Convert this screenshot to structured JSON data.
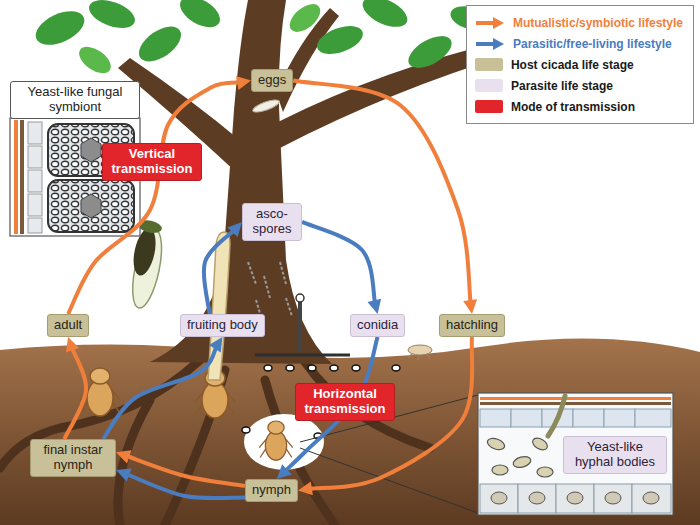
{
  "diagram": {
    "nodes": [
      {
        "text": [
          "eggs"
        ]
      },
      {
        "text": [
          "Yeast-like fungal symbiont"
        ]
      },
      {
        "text": [
          "Vertical transmission"
        ]
      },
      {
        "text": [
          "asco- spores"
        ]
      },
      {
        "text": [
          "adult"
        ]
      },
      {
        "text": [
          "fruiting body"
        ]
      },
      {
        "text": [
          "conidia"
        ]
      },
      {
        "text": [
          "hatchling"
        ]
      },
      {
        "text": [
          "Horizontal transmission"
        ]
      },
      {
        "text": [
          "Yeast-like hyphal bodies"
        ]
      },
      {
        "text": [
          "final instar nymph"
        ]
      },
      {
        "text": [
          "nymph"
        ]
      }
    ],
    "edges": [
      {
        "from": 4,
        "to": 0,
        "arrow": "to"
      },
      {
        "from": 0,
        "to": 7,
        "arrow": "to"
      },
      {
        "from": 7,
        "to": 11,
        "arrow": "to"
      },
      {
        "from": 11,
        "to": 10,
        "arrow": "to"
      },
      {
        "from": 11,
        "to": 10,
        "arrow": "to"
      },
      {
        "from": 10,
        "to": 4,
        "arrow": "to"
      },
      {
        "from": 10,
        "to": 5,
        "arrow": "to"
      },
      {
        "from": 5,
        "to": 3,
        "arrow": "to"
      },
      {
        "from": 3,
        "to": 6,
        "arrow": "to"
      },
      {
        "from": 6,
        "to": 11,
        "arrow": "to"
      }
    ],
    "legend": [
      {
        "text": "Mutualistic/symbiotic lifestyle",
        "color": "#f07f3c"
      },
      {
        "text": "Parasitic/free-living lifestyle",
        "color": "#4a7cc0"
      },
      {
        "text": "Host cicada life stage",
        "color": "#c8c099"
      },
      {
        "text": "Parasite life stage",
        "color": "#e9e0ef"
      },
      {
        "text": "Mode of transmission",
        "color": "#e1252b"
      }
    ]
  }
}
